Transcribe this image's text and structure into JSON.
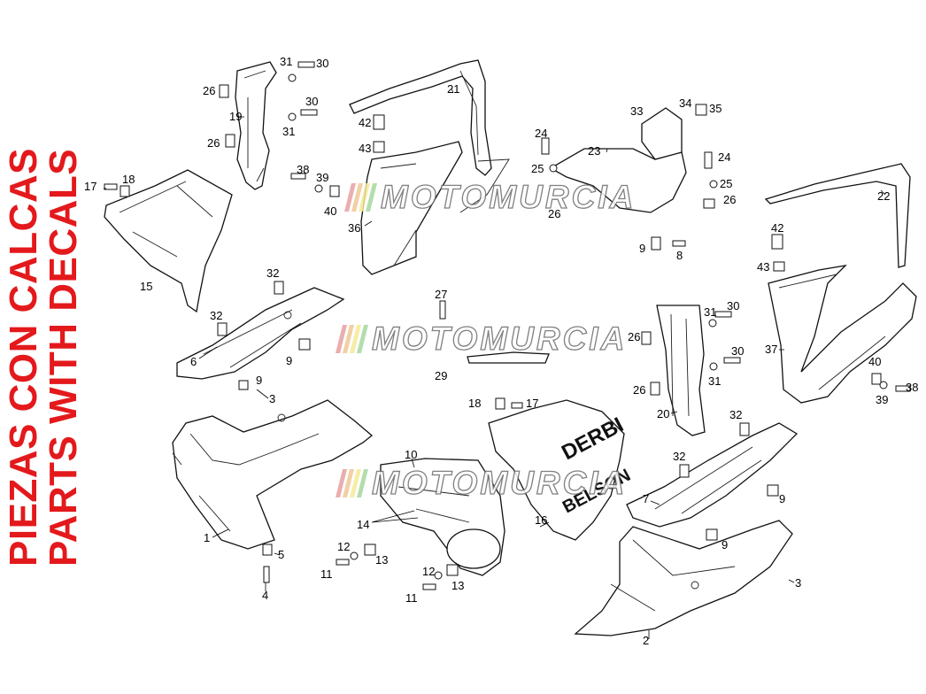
{
  "side_title": {
    "line1": "PIEZAS CON CALCAS",
    "line2": "PARTS WITH DECALS",
    "color": "#e3191c"
  },
  "watermark": {
    "text": "MOTOMURCIA"
  },
  "decals": {
    "brand": "DERBI",
    "name": "BELSON"
  },
  "callouts": [
    {
      "id": "c1",
      "text": "1"
    },
    {
      "id": "c2",
      "text": "2"
    },
    {
      "id": "c3a",
      "text": "3"
    },
    {
      "id": "c3b",
      "text": "3"
    },
    {
      "id": "c4",
      "text": "4"
    },
    {
      "id": "c5",
      "text": "5"
    },
    {
      "id": "c6",
      "text": "6"
    },
    {
      "id": "c7",
      "text": "7"
    },
    {
      "id": "c8",
      "text": "8"
    },
    {
      "id": "c9a",
      "text": "9"
    },
    {
      "id": "c9b",
      "text": "9"
    },
    {
      "id": "c9c",
      "text": "9"
    },
    {
      "id": "c9d",
      "text": "9"
    },
    {
      "id": "c9e",
      "text": "9"
    },
    {
      "id": "c10",
      "text": "10"
    },
    {
      "id": "c11a",
      "text": "11"
    },
    {
      "id": "c11b",
      "text": "11"
    },
    {
      "id": "c12a",
      "text": "12"
    },
    {
      "id": "c12b",
      "text": "12"
    },
    {
      "id": "c13a",
      "text": "13"
    },
    {
      "id": "c13b",
      "text": "13"
    },
    {
      "id": "c14",
      "text": "14"
    },
    {
      "id": "c15",
      "text": "15"
    },
    {
      "id": "c16",
      "text": "16"
    },
    {
      "id": "c17a",
      "text": "17"
    },
    {
      "id": "c17b",
      "text": "17"
    },
    {
      "id": "c18a",
      "text": "18"
    },
    {
      "id": "c18b",
      "text": "18"
    },
    {
      "id": "c19",
      "text": "19"
    },
    {
      "id": "c20",
      "text": "20"
    },
    {
      "id": "c21",
      "text": "21"
    },
    {
      "id": "c22",
      "text": "22"
    },
    {
      "id": "c23",
      "text": "23"
    },
    {
      "id": "c24a",
      "text": "24"
    },
    {
      "id": "c24b",
      "text": "24"
    },
    {
      "id": "c25a",
      "text": "25"
    },
    {
      "id": "c25b",
      "text": "25"
    },
    {
      "id": "c26a",
      "text": "26"
    },
    {
      "id": "c26b",
      "text": "26"
    },
    {
      "id": "c26c",
      "text": "26"
    },
    {
      "id": "c26d",
      "text": "26"
    },
    {
      "id": "c26e",
      "text": "26"
    },
    {
      "id": "c26f",
      "text": "26"
    },
    {
      "id": "c27",
      "text": "27"
    },
    {
      "id": "c29",
      "text": "29"
    },
    {
      "id": "c30a",
      "text": "30"
    },
    {
      "id": "c30b",
      "text": "30"
    },
    {
      "id": "c30c",
      "text": "30"
    },
    {
      "id": "c30d",
      "text": "30"
    },
    {
      "id": "c31a",
      "text": "31"
    },
    {
      "id": "c31b",
      "text": "31"
    },
    {
      "id": "c31c",
      "text": "31"
    },
    {
      "id": "c31d",
      "text": "31"
    },
    {
      "id": "c32a",
      "text": "32"
    },
    {
      "id": "c32b",
      "text": "32"
    },
    {
      "id": "c32c",
      "text": "32"
    },
    {
      "id": "c32d",
      "text": "32"
    },
    {
      "id": "c33",
      "text": "33"
    },
    {
      "id": "c34",
      "text": "34"
    },
    {
      "id": "c35",
      "text": "35"
    },
    {
      "id": "c36",
      "text": "36"
    },
    {
      "id": "c37",
      "text": "37"
    },
    {
      "id": "c38a",
      "text": "38"
    },
    {
      "id": "c38b",
      "text": "38"
    },
    {
      "id": "c39a",
      "text": "39"
    },
    {
      "id": "c39b",
      "text": "39"
    },
    {
      "id": "c40a",
      "text": "40"
    },
    {
      "id": "c40b",
      "text": "40"
    },
    {
      "id": "c42a",
      "text": "42"
    },
    {
      "id": "c42b",
      "text": "42"
    },
    {
      "id": "c43a",
      "text": "43"
    },
    {
      "id": "c43b",
      "text": "43"
    }
  ]
}
